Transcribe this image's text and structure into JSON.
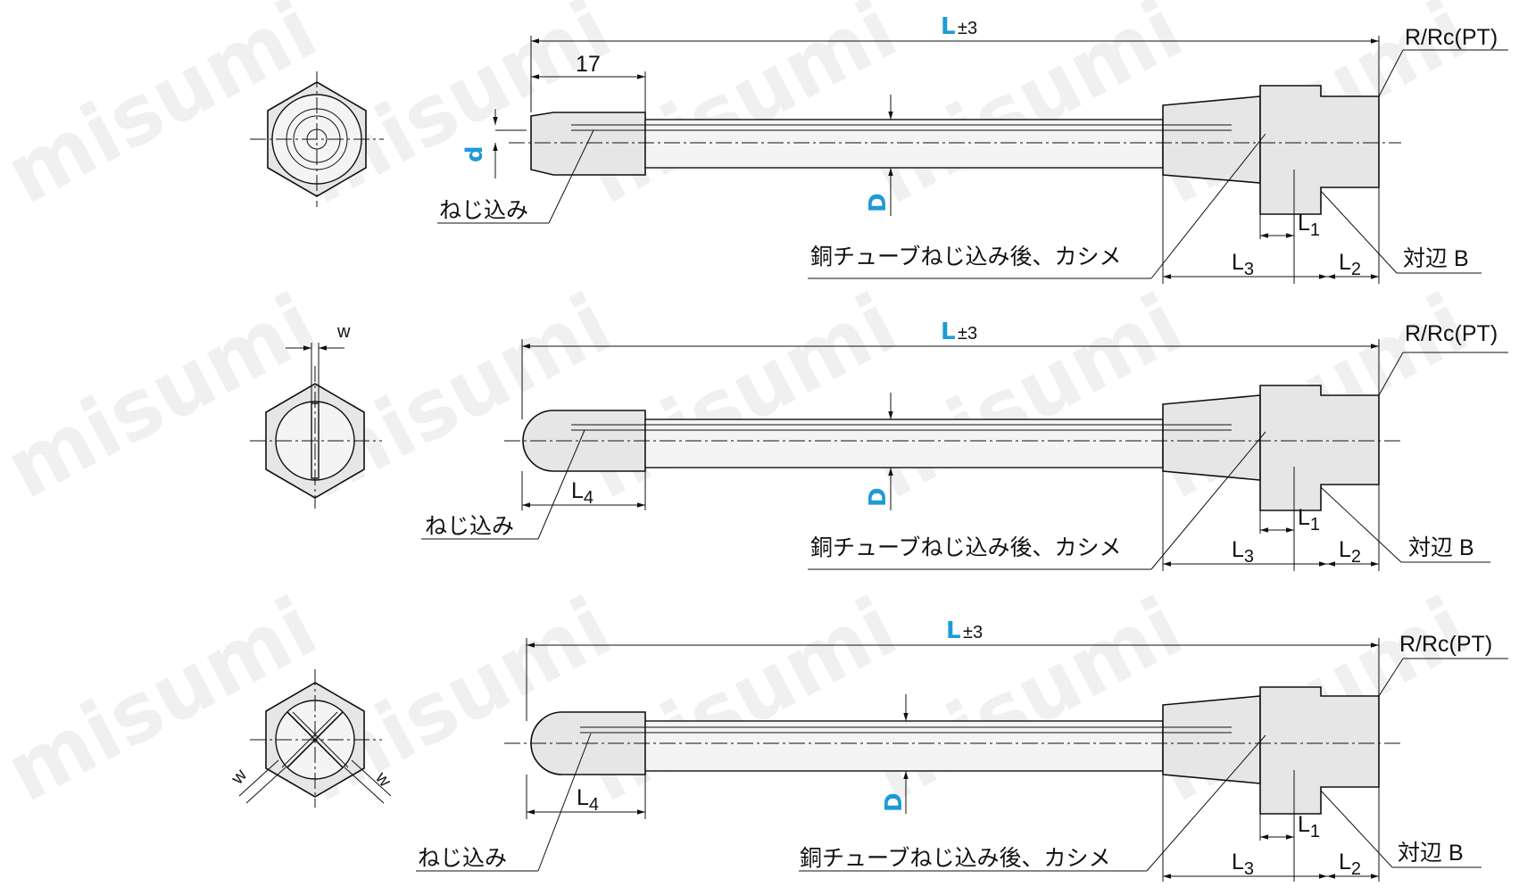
{
  "watermark": "misumi",
  "colors": {
    "dimension_highlight": "#1e9ad8",
    "part_fill": "#e6e6e6",
    "line": "#111111"
  },
  "views": [
    {
      "name": "type-1",
      "L": "L",
      "L_tol": "±3",
      "dim_17": "17",
      "d": "d",
      "D": "D",
      "thread": "R/Rc(PT)",
      "screw_in": "ねじ込み",
      "crimp": "銅チューブねじ込み後、カシメ",
      "L1": "L",
      "L1_sub": "1",
      "L2": "L",
      "L2_sub": "2",
      "L3": "L",
      "L3_sub": "3",
      "across_flats": "対辺 B"
    },
    {
      "name": "type-2",
      "L": "L",
      "L_tol": "±3",
      "w": "w",
      "L4": "L",
      "L4_sub": "4",
      "D": "D",
      "thread": "R/Rc(PT)",
      "screw_in": "ねじ込み",
      "crimp": "銅チューブねじ込み後、カシメ",
      "L1": "L",
      "L1_sub": "1",
      "L2": "L",
      "L2_sub": "2",
      "L3": "L",
      "L3_sub": "3",
      "across_flats": "対辺 B"
    },
    {
      "name": "type-3",
      "L": "L",
      "L_tol": "±3",
      "w_left": "w",
      "w_right": "w",
      "L4": "L",
      "L4_sub": "4",
      "D": "D",
      "thread": "R/Rc(PT)",
      "screw_in": "ねじ込み",
      "crimp": "銅チューブねじ込み後、カシメ",
      "L1": "L",
      "L1_sub": "1",
      "L2": "L",
      "L2_sub": "2",
      "L3": "L",
      "L3_sub": "3",
      "across_flats": "対辺 B"
    }
  ]
}
